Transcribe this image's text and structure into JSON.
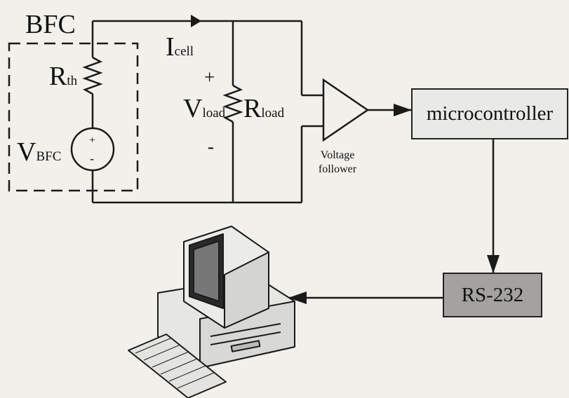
{
  "bfc": {
    "label": "BFC"
  },
  "rth": {
    "main": "R",
    "sub": "th"
  },
  "vbfc": {
    "main": "V",
    "sub": "BFC",
    "plus": "+",
    "minus": "-"
  },
  "icell": {
    "main": "I",
    "sub": "cell"
  },
  "vload": {
    "main": "V",
    "sub": "load",
    "plus": "+",
    "minus": "-"
  },
  "rload": {
    "main": "R",
    "sub": "load"
  },
  "follower": {
    "line1": "Voltage",
    "line2": "follower"
  },
  "microcontroller": {
    "label": "microcontroller"
  },
  "rs232": {
    "label": "RS-232"
  },
  "colors": {
    "line": "#1a1a1a",
    "background": "#f1f0eb",
    "microcontroller_fill": "#e9e9e6",
    "rs232_fill": "#a3a29f"
  },
  "icons": {
    "computer": "desktop-computer-icon"
  }
}
